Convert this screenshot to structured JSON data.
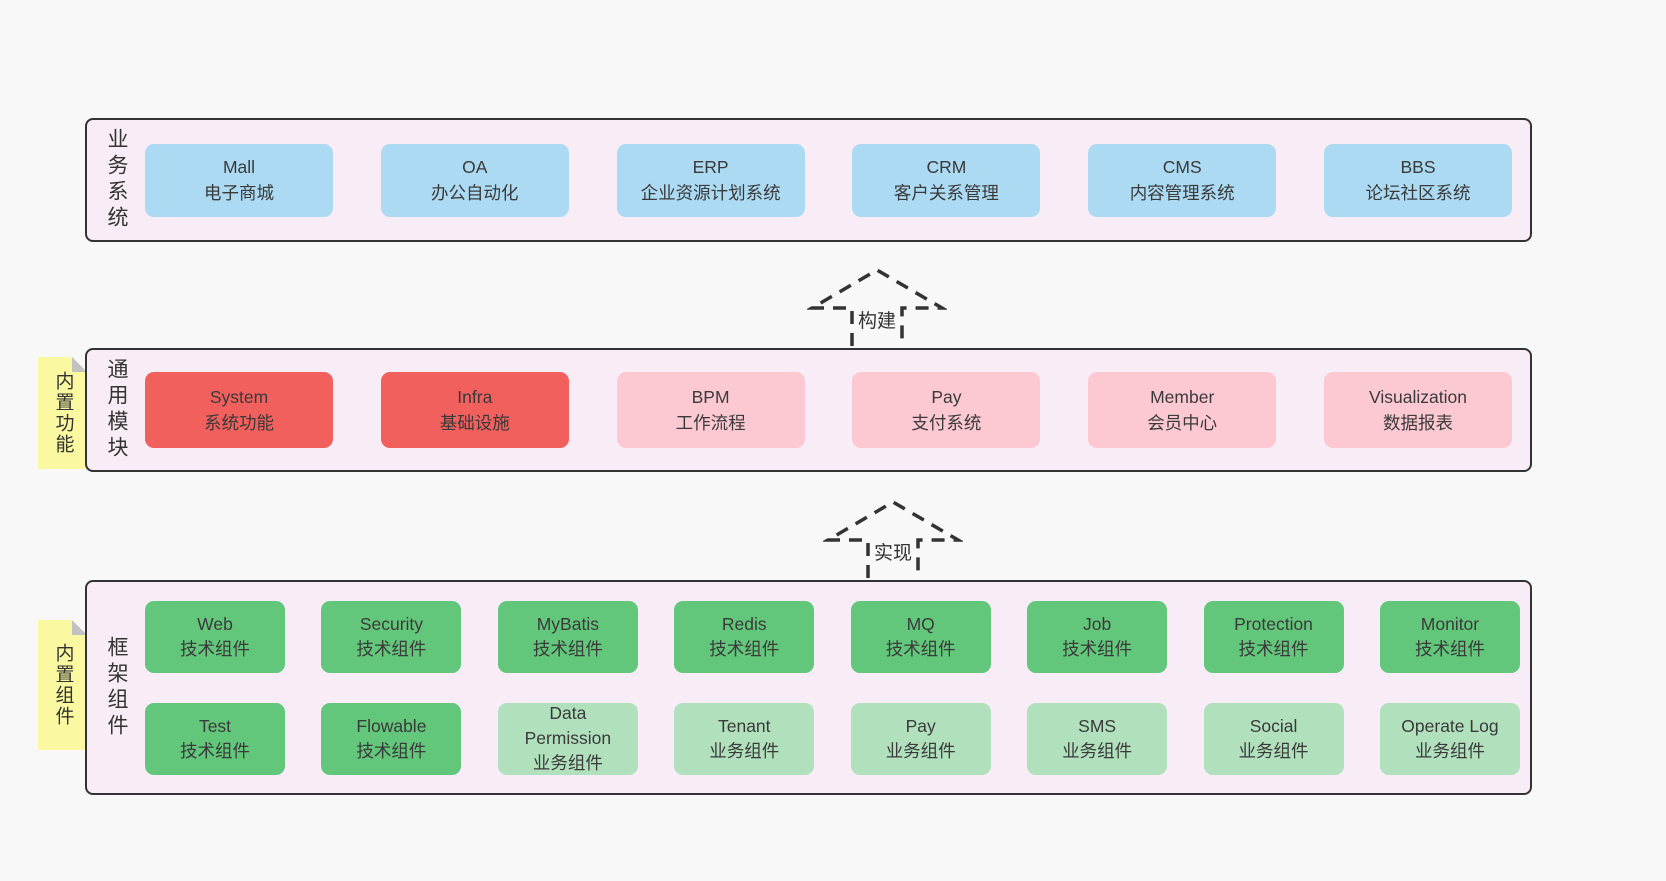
{
  "colors": {
    "page_bg": "#F8F8F8",
    "section_bg": "#F8EDF6",
    "section_border": "#333333",
    "blue_box": "#ABDAF2",
    "red_box": "#F2605E",
    "pink_box": "#FCC9D3",
    "green_box": "#63C77B",
    "light_green_box": "#B1E0BC",
    "sticky_yellow": "#FAF9A1",
    "sticky_fold": "#C2C2C2",
    "text": "#3A3A3A"
  },
  "sections": {
    "business": {
      "label": "业务系统",
      "boxes": [
        {
          "en": "Mall",
          "zh": "电子商城"
        },
        {
          "en": "OA",
          "zh": "办公自动化"
        },
        {
          "en": "ERP",
          "zh": "企业资源计划系统"
        },
        {
          "en": "CRM",
          "zh": "客户关系管理"
        },
        {
          "en": "CMS",
          "zh": "内容管理系统"
        },
        {
          "en": "BBS",
          "zh": "论坛社区系统"
        }
      ]
    },
    "common": {
      "label": "通用模块",
      "sticky": "内置功能",
      "boxes": [
        {
          "en": "System",
          "zh": "系统功能"
        },
        {
          "en": "Infra",
          "zh": "基础设施"
        },
        {
          "en": "BPM",
          "zh": "工作流程"
        },
        {
          "en": "Pay",
          "zh": "支付系统"
        },
        {
          "en": "Member",
          "zh": "会员中心"
        },
        {
          "en": "Visualization",
          "zh": "数据报表"
        }
      ]
    },
    "framework": {
      "label": "框架组件",
      "sticky": "内置组件",
      "row1": [
        {
          "en": "Web",
          "zh": "技术组件"
        },
        {
          "en": "Security",
          "zh": "技术组件"
        },
        {
          "en": "MyBatis",
          "zh": "技术组件"
        },
        {
          "en": "Redis",
          "zh": "技术组件"
        },
        {
          "en": "MQ",
          "zh": "技术组件"
        },
        {
          "en": "Job",
          "zh": "技术组件"
        },
        {
          "en": "Protection",
          "zh": "技术组件"
        },
        {
          "en": "Monitor",
          "zh": "技术组件"
        }
      ],
      "row2": [
        {
          "en": "Test",
          "zh": "技术组件"
        },
        {
          "en": "Flowable",
          "zh": "技术组件"
        },
        {
          "en": "Data Permission",
          "zh": "业务组件"
        },
        {
          "en": "Tenant",
          "zh": "业务组件"
        },
        {
          "en": "Pay",
          "zh": "业务组件"
        },
        {
          "en": "SMS",
          "zh": "业务组件"
        },
        {
          "en": "Social",
          "zh": "业务组件"
        },
        {
          "en": "Operate Log",
          "zh": "业务组件"
        }
      ]
    }
  },
  "arrows": [
    {
      "label": "构建"
    },
    {
      "label": "实现"
    }
  ]
}
